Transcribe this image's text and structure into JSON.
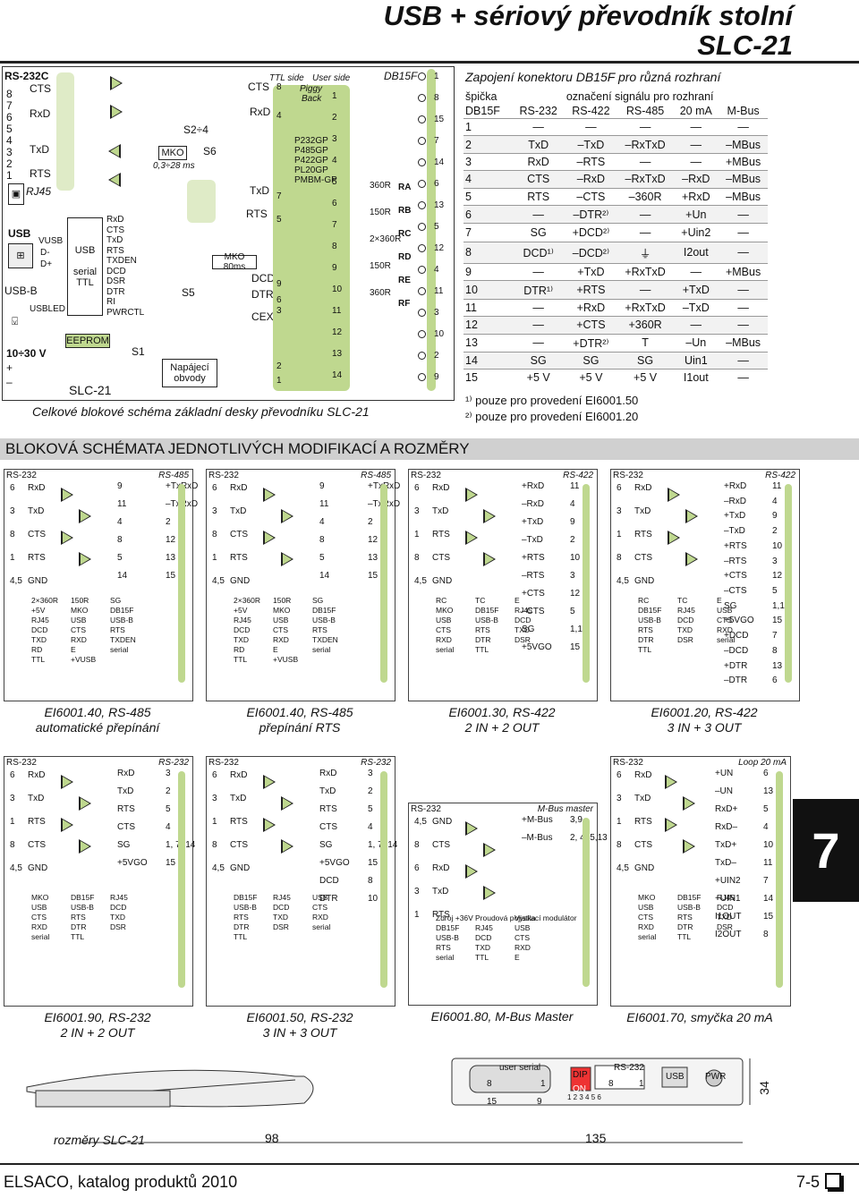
{
  "header": {
    "title": "USB + sériový převodník stolní",
    "model": "SLC-21"
  },
  "main_diagram": {
    "caption": "Celkové blokové schéma základní desky převodníku SLC-21",
    "rs232_label": "RS-232C",
    "left_numbers": [
      "8",
      "7",
      "6",
      "5",
      "4",
      "3",
      "2",
      "1"
    ],
    "rs232_signals": [
      "CTS",
      "RxD",
      "TxD",
      "RTS"
    ],
    "rj45": "RJ45",
    "usb": "USB",
    "usb_pins": [
      "VUSB",
      "D-",
      "D+"
    ],
    "usb_b": "USB-B",
    "usbled": "USBLED",
    "power": "10÷30 V",
    "plus": "+",
    "minus": "–",
    "slc": "SLC-21",
    "usb_box": "USB",
    "serial_ttl": [
      "serial",
      "TTL"
    ],
    "eeprom": "EEPROM",
    "ic_signals": [
      "RxD",
      "CTS",
      "TxD",
      "RTS",
      "TXDEN",
      "DCD",
      "DSR",
      "DTR",
      "RI",
      "PWRCTL"
    ],
    "mko": "MKO",
    "mko_time": "0,3÷28 ms",
    "s2": "S2÷4",
    "s6": "S6",
    "s5": "S5",
    "s1": "S1",
    "mko80": "MKO 80ms",
    "power_box": [
      "Napájecí",
      "obvody"
    ],
    "mid_signals": [
      "CTS",
      "RxD",
      "TxD",
      "RTS",
      "DCD",
      "DTR",
      "CEX"
    ],
    "ttl_side": "TTL side",
    "user_side": "User side",
    "ttl_nums": [
      "8",
      "4",
      "7",
      "5",
      "9",
      "6",
      "3",
      "2",
      "1"
    ],
    "piggy": [
      "Piggy",
      "Back"
    ],
    "modules": [
      "P232GP",
      "P485GP",
      "P422GP",
      "PL20GP",
      "PMBM-GP"
    ],
    "user_nums": [
      "1",
      "2",
      "3",
      "4",
      "5",
      "6",
      "7",
      "8",
      "9",
      "10",
      "11",
      "12",
      "13",
      "14"
    ],
    "resistors": [
      "360R",
      "150R",
      "2×360R",
      "150R",
      "360R"
    ],
    "rlabels": [
      "RA",
      "RB",
      "RC",
      "RD",
      "RE",
      "RF"
    ],
    "db15f": "DB15F",
    "db_nums_a": [
      "1",
      "8",
      "15",
      "7",
      "14",
      "6",
      "13",
      "5",
      "12",
      "4",
      "11",
      "3",
      "10",
      "2",
      "9"
    ]
  },
  "pin_table": {
    "title": "Zapojení konektoru DB15F pro různá rozhraní",
    "col0": [
      "špička",
      "DB15F"
    ],
    "group": "označení signálu pro rozhraní",
    "headers": [
      "RS-232",
      "RS-422",
      "RS-485",
      "20 mA",
      "M-Bus"
    ],
    "rows": [
      [
        "1",
        "—",
        "—",
        "—",
        "—",
        "—"
      ],
      [
        "2",
        "TxD",
        "–TxD",
        "–RxTxD",
        "—",
        "–MBus"
      ],
      [
        "3",
        "RxD",
        "–RTS",
        "—",
        "—",
        "+MBus"
      ],
      [
        "4",
        "CTS",
        "–RxD",
        "–RxTxD",
        "–RxD",
        "–MBus"
      ],
      [
        "5",
        "RTS",
        "–CTS",
        "–360R",
        "+RxD",
        "–MBus"
      ],
      [
        "6",
        "—",
        "–DTR²⁾",
        "—",
        "+Un",
        "—"
      ],
      [
        "7",
        "SG",
        "+DCD²⁾",
        "—",
        "+Uin2",
        "—"
      ],
      [
        "8",
        "DCD¹⁾",
        "–DCD²⁾",
        "⏚",
        "I2out",
        "—"
      ],
      [
        "9",
        "—",
        "+TxD",
        "+RxTxD",
        "—",
        "+MBus"
      ],
      [
        "10",
        "DTR¹⁾",
        "+RTS",
        "—",
        "+TxD",
        "—"
      ],
      [
        "11",
        "—",
        "+RxD",
        "+RxTxD",
        "–TxD",
        "—"
      ],
      [
        "12",
        "—",
        "+CTS",
        "+360R",
        "—",
        "—"
      ],
      [
        "13",
        "—",
        "+DTR²⁾",
        "T",
        "–Un",
        "–MBus"
      ],
      [
        "14",
        "SG",
        "SG",
        "SG",
        "Uin1",
        "—"
      ],
      [
        "15",
        "+5 V",
        "+5 V",
        "+5 V",
        "I1out",
        "—"
      ]
    ],
    "note1": "¹⁾ pouze pro provedení EI6001.50",
    "note2": "²⁾ pouze pro provedení EI6001.20"
  },
  "section_title": "BLOKOVÁ SCHÉMATA JEDNOTLIVÝCH MODIFIKACÍ A ROZMĚRY",
  "variants_row1": [
    {
      "left": "RS-232",
      "right": "RS-485",
      "caption1": "EI6001.40, RS-485",
      "caption2": "automatické přepínání",
      "lsig": [
        "6",
        "RxD",
        "3",
        "TxD",
        "8",
        "CTS",
        "1",
        "RTS",
        "4,5",
        "GND"
      ],
      "rsig": [
        "9",
        "+TxRxD",
        "11",
        "–TxRxD",
        "4",
        "2",
        "8",
        "12",
        "5",
        "13",
        "14",
        "15"
      ],
      "extra": [
        "2×360R",
        "150R",
        "SG",
        "+5V",
        "MKO",
        "DB15F",
        "RJ45",
        "USB",
        "USB-B",
        "DCD",
        "CTS",
        "RTS",
        "TXD",
        "RXD",
        "TXDEN",
        "RD",
        "E",
        "serial",
        "TTL",
        "+VUSB"
      ]
    },
    {
      "left": "RS-232",
      "right": "RS-485",
      "caption1": "EI6001.40, RS-485",
      "caption2": "přepínání RTS",
      "lsig": [
        "6",
        "RxD",
        "3",
        "TxD",
        "8",
        "CTS",
        "1",
        "RTS",
        "4,5",
        "GND"
      ],
      "rsig": [
        "9",
        "+TxRxD",
        "11",
        "–TxRxD",
        "4",
        "2",
        "8",
        "12",
        "5",
        "13",
        "14",
        "15"
      ],
      "extra": [
        "2×360R",
        "150R",
        "SG",
        "+5V",
        "MKO",
        "DB15F",
        "RJ45",
        "USB",
        "USB-B",
        "DCD",
        "CTS",
        "RTS",
        "TXD",
        "RXD",
        "TXDEN",
        "RD",
        "E",
        "serial",
        "TTL",
        "+VUSB"
      ]
    },
    {
      "left": "RS-232",
      "right": "RS-422",
      "caption1": "EI6001.30, RS-422",
      "caption2": "2 IN + 2 OUT",
      "lsig": [
        "6",
        "RxD",
        "3",
        "TxD",
        "1",
        "RTS",
        "8",
        "CTS",
        "4,5",
        "GND"
      ],
      "rsig": [
        "+RxD",
        "11",
        "–RxD",
        "4",
        "+TxD",
        "9",
        "–TxD",
        "2",
        "+RTS",
        "10",
        "–RTS",
        "3",
        "+CTS",
        "12",
        "–CTS",
        "5",
        "SG",
        "1,14",
        "+5VGO",
        "15"
      ],
      "extra": [
        "RC",
        "TC",
        "E",
        "MKO",
        "DB15F",
        "RJ45",
        "USB",
        "USB-B",
        "DCD",
        "CTS",
        "RTS",
        "TXD",
        "RXD",
        "DTR",
        "DSR",
        "serial",
        "TTL"
      ]
    },
    {
      "left": "RS-232",
      "right": "RS-422",
      "caption1": "EI6001.20, RS-422",
      "caption2": "3 IN + 3 OUT",
      "lsig": [
        "6",
        "RxD",
        "3",
        "TxD",
        "1",
        "RTS",
        "8",
        "CTS",
        "4,5",
        "GND"
      ],
      "rsig": [
        "+RxD",
        "11",
        "–RxD",
        "4",
        "+TxD",
        "9",
        "–TxD",
        "2",
        "+RTS",
        "10",
        "–RTS",
        "3",
        "+CTS",
        "12",
        "–CTS",
        "5",
        "SG",
        "1,14",
        "+5VGO",
        "15",
        "+DCD",
        "7",
        "–DCD",
        "8",
        "+DTR",
        "13",
        "–DTR",
        "6"
      ],
      "extra": [
        "RC",
        "TC",
        "E",
        "DB15F",
        "RJ45",
        "USB",
        "USB-B",
        "DCD",
        "CTS",
        "RTS",
        "TXD",
        "RXD",
        "DTR",
        "DSR",
        "serial",
        "TTL"
      ]
    }
  ],
  "variants_row2": [
    {
      "left": "RS-232",
      "right": "RS-232",
      "caption1": "EI6001.90, RS-232",
      "caption2": "2 IN + 2 OUT",
      "lsig": [
        "6",
        "RxD",
        "3",
        "TxD",
        "1",
        "RTS",
        "8",
        "CTS",
        "4,5",
        "GND"
      ],
      "rsig": [
        "RxD",
        "3",
        "TxD",
        "2",
        "RTS",
        "5",
        "CTS",
        "4",
        "SG",
        "1, 7, 14",
        "+5VGO",
        "15"
      ],
      "extra": [
        "MKO",
        "DB15F",
        "RJ45",
        "USB",
        "USB-B",
        "DCD",
        "CTS",
        "RTS",
        "TXD",
        "RXD",
        "DTR",
        "DSR",
        "serial",
        "TTL"
      ]
    },
    {
      "left": "RS-232",
      "right": "RS-232",
      "caption1": "EI6001.50, RS-232",
      "caption2": "3 IN + 3 OUT",
      "lsig": [
        "6",
        "RxD",
        "3",
        "TxD",
        "1",
        "RTS",
        "8",
        "CTS",
        "4,5",
        "GND"
      ],
      "rsig": [
        "RxD",
        "3",
        "TxD",
        "2",
        "RTS",
        "5",
        "CTS",
        "4",
        "SG",
        "1, 7, 14",
        "+5VGO",
        "15",
        "DCD",
        "8",
        "DTR",
        "10"
      ],
      "extra": [
        "DB15F",
        "RJ45",
        "USB",
        "USB-B",
        "DCD",
        "CTS",
        "RTS",
        "TXD",
        "RXD",
        "DTR",
        "DSR",
        "serial",
        "TTL"
      ]
    },
    {
      "left": "RS-232",
      "right": "M-Bus master",
      "caption1": "EI6001.80, M-Bus Master",
      "caption2": "",
      "lsig": [
        "4,5",
        "GND",
        "8",
        "CTS",
        "6",
        "RxD",
        "3",
        "TxD",
        "1",
        "RTS"
      ],
      "rsig": [
        "+M-Bus",
        "3,9",
        "–M-Bus",
        "2, 4, 5,13"
      ],
      "extra": [
        "Zdroj +36V",
        "Proudová pojistka",
        "Vysílací modulátor",
        "DB15F",
        "RJ45",
        "USB",
        "USB-B",
        "DCD",
        "CTS",
        "RTS",
        "TXD",
        "RXD",
        "serial",
        "TTL",
        "E"
      ]
    },
    {
      "left": "RS-232",
      "right": "Loop 20 mA",
      "caption1": "EI6001.70, smyčka 20 mA",
      "caption2": "",
      "lsig": [
        "6",
        "RxD",
        "3",
        "TxD",
        "1",
        "RTS",
        "8",
        "CTS",
        "4,5",
        "GND"
      ],
      "rsig": [
        "+UN",
        "6",
        "–UN",
        "13",
        "RxD+",
        "5",
        "RxD–",
        "4",
        "TxD+",
        "10",
        "TxD–",
        "11",
        "+UIN2",
        "7",
        "+UIN1",
        "14",
        "I1OUT",
        "15",
        "I2OUT",
        "8"
      ],
      "extra": [
        "MKO",
        "DB15F",
        "RJ45",
        "USB",
        "USB-B",
        "DCD",
        "CTS",
        "RTS",
        "TXD",
        "RXD",
        "DTR",
        "DSR",
        "serial",
        "TTL"
      ]
    }
  ],
  "tab_number": "7",
  "device": {
    "caption": "rozměry SLC-21",
    "user_serial": "user serial",
    "rs232": "RS-232",
    "usb": "USB",
    "pwr": "PWR",
    "db_pins": [
      "8",
      "1",
      "15",
      "9"
    ],
    "dip_on": "ON",
    "dip": "DIP",
    "dip_nums": "1 2 3 4 5 6",
    "rs_pins": [
      "8",
      "1"
    ],
    "dim_w": "98",
    "dim_l": "135",
    "dim_h": "34"
  },
  "footer": {
    "left": "ELSACO, katalog produktů 2010",
    "right": "7-5"
  }
}
